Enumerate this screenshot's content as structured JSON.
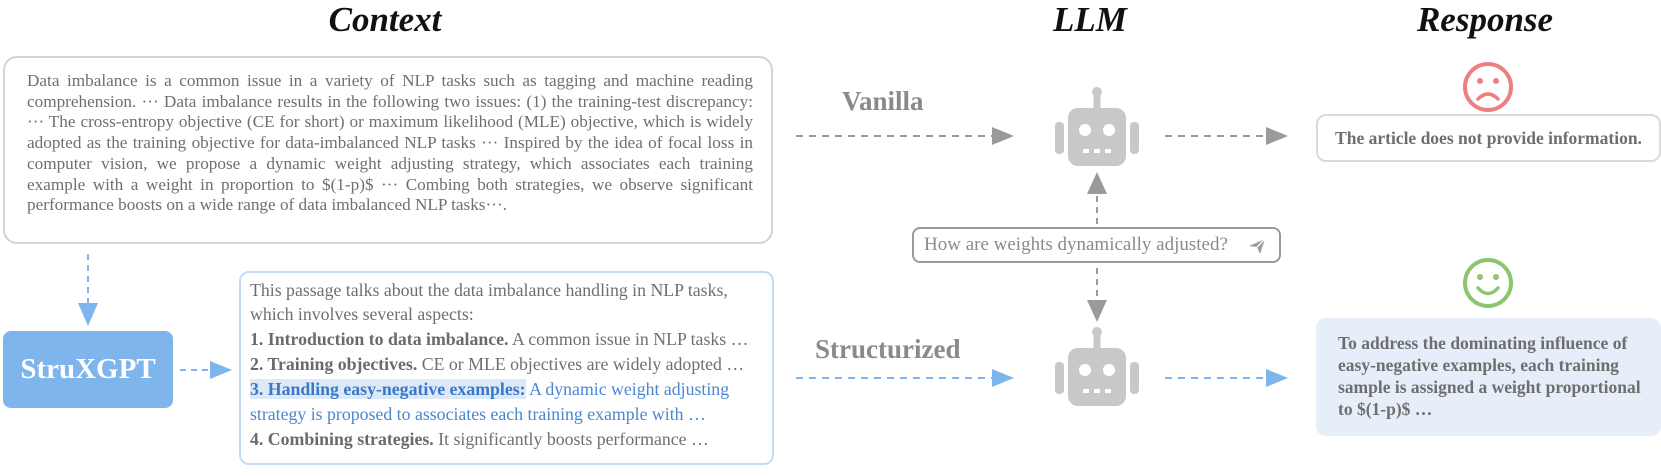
{
  "headers": {
    "context": "Context",
    "llm": "LLM",
    "response": "Response"
  },
  "context_text": "Data imbalance is a common issue in a variety of NLP tasks such as tagging and machine reading comprehension. ··· Data imbalance results in the following two issues: (1) the training-test discrepancy: ··· The cross-entropy objective (CE for short) or maximum likelihood (MLE) objective, which is widely adopted as the training objective for data-imbalanced NLP tasks ··· Inspired by the idea of focal loss in computer vision, we propose a dynamic weight adjusting strategy, which associates each training example with a weight in proportion to $(1-p)$ ··· Combing both strategies, we observe significant performance boosts on a wide range of data imbalanced NLP tasks···.",
  "struxgpt_label": "StruXGPT",
  "structured": {
    "intro": "This passage talks about the data imbalance handling in NLP tasks, which involves several aspects:",
    "items": [
      {
        "title": "1. Introduction to data imbalance.",
        "text": " A common issue in NLP tasks …"
      },
      {
        "title": "2. Training objectives.",
        "text": " CE or MLE objectives are widely adopted …"
      },
      {
        "title": "3. Handling easy-negative examples:",
        "text": " A dynamic weight adjusting",
        "text_cont": "strategy is proposed to associates each training example with …"
      },
      {
        "title": "4. Combining strategies.",
        "text": " It significantly boosts performance …"
      }
    ]
  },
  "labels": {
    "vanilla": "Vanilla",
    "structurized": "Structurized"
  },
  "question": "How are weights dynamically adjusted?",
  "responses": {
    "vanilla": "The article does not provide information.",
    "structurized": "To address the dominating influence of easy-negative examples, each training sample is assigned a weight proportional to $(1-p)$ …"
  },
  "colors": {
    "gray_arrow": "#9a9a9a",
    "blue_arrow": "#7eb5ec",
    "robot": "#c8c8c8",
    "sad_face": "#ee7f7f",
    "happy_face": "#8cc56e",
    "highlight": "#dde9f7"
  }
}
